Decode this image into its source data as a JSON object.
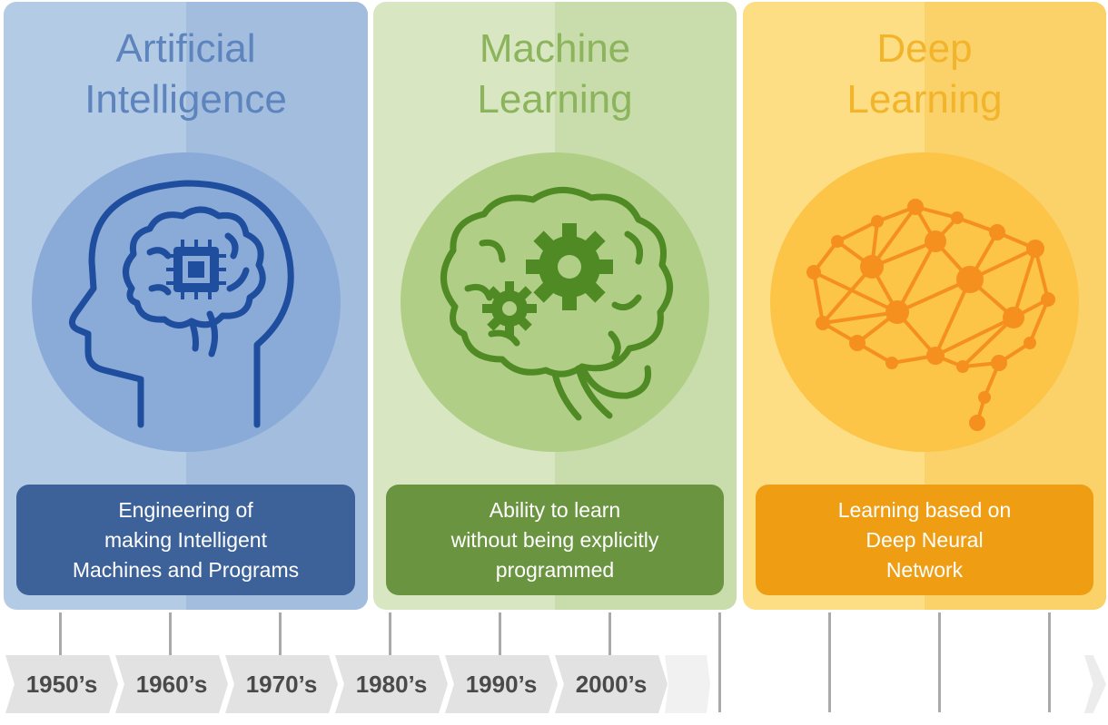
{
  "panels": [
    {
      "title_line1": "Artificial",
      "title_line2": "Intelligence",
      "icon": "head-with-chip-brain-icon",
      "desc_line1": "Engineering of",
      "desc_line2": "making Intelligent",
      "desc_line3": "Machines and Programs",
      "color": "#3d6299"
    },
    {
      "title_line1": "Machine",
      "title_line2": "Learning",
      "icon": "brain-with-gears-icon",
      "desc_line1": "Ability to learn",
      "desc_line2": "without being explicitly",
      "desc_line3": "programmed",
      "color": "#6a9440"
    },
    {
      "title_line1": "Deep",
      "title_line2": "Learning",
      "icon": "neural-network-brain-icon",
      "desc_line1": "Learning based on",
      "desc_line2": "Deep Neural",
      "desc_line3": "Network",
      "color": "#ef9e14"
    }
  ],
  "timeline": {
    "labels": [
      "1950’s",
      "1960’s",
      "1970’s",
      "1980’s",
      "1990’s",
      "2000’s"
    ]
  }
}
